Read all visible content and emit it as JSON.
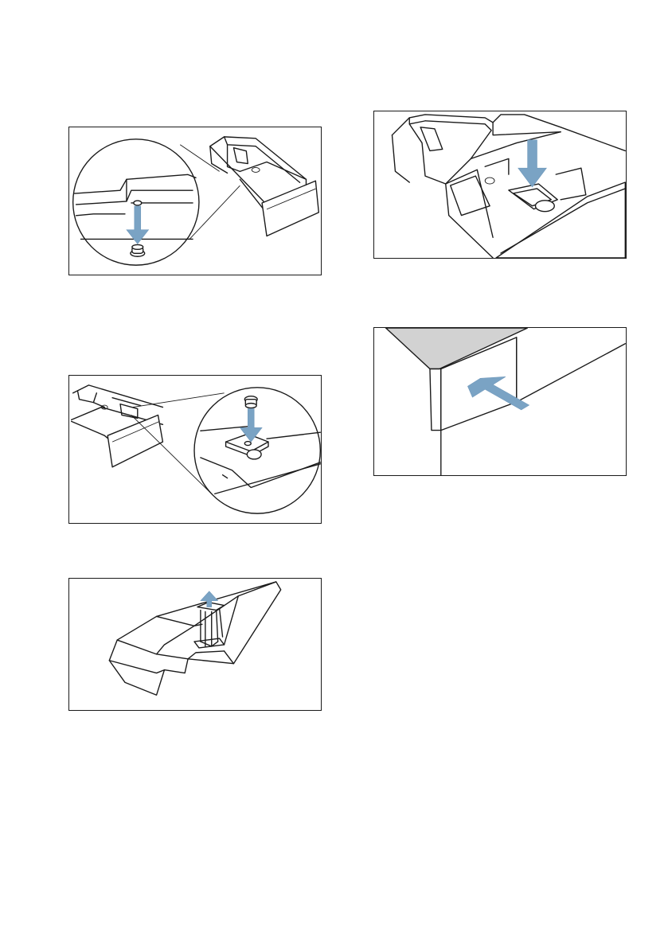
{
  "figures": [
    {
      "id": "fig1",
      "content": "detergent-drawer-with-magnified-siphon-cap-removal"
    },
    {
      "id": "fig2",
      "content": "siphon-cap-reinsertion-magnified"
    },
    {
      "id": "fig3",
      "content": "siphon-insert-pulled-upward"
    },
    {
      "id": "fig4",
      "content": "insert-pressed-down-into-drawer"
    },
    {
      "id": "fig5",
      "content": "drawer-pushed-into-machine"
    }
  ],
  "colors": {
    "arrow": "#7aa3c4",
    "line": "#1a1a1a",
    "worktop": "#d2d2d2"
  }
}
